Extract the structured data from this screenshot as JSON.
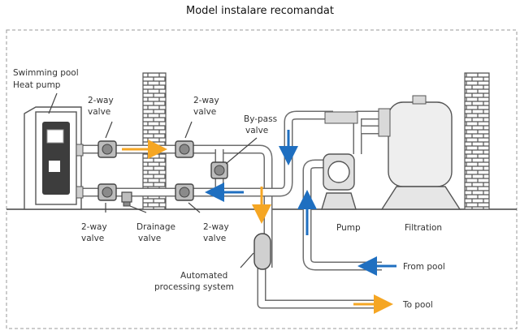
{
  "title": "Model instalare recomandat",
  "labels": {
    "heat_pump_line1": "Swimming pool",
    "heat_pump_line2": "Heat pump",
    "valve_top_left_1": "2-way",
    "valve_top_left_2": "valve",
    "valve_top_right_1": "2-way",
    "valve_top_right_2": "valve",
    "bypass_1": "By-pass",
    "bypass_2": "valve",
    "valve_bottom_left_1": "2-way",
    "valve_bottom_left_2": "valve",
    "drainage_1": "Drainage",
    "drainage_2": "valve",
    "valve_bottom_right_1": "2-way",
    "valve_bottom_right_2": "valve",
    "processing_1": "Automated",
    "processing_2": "processing system",
    "pump": "Pump",
    "filtration": "Filtration",
    "from_pool": "From pool",
    "to_pool": "To pool"
  },
  "colors": {
    "warm_flow": "#f5a623",
    "cold_flow": "#1f6fc0",
    "outline": "#5a5a5a"
  }
}
